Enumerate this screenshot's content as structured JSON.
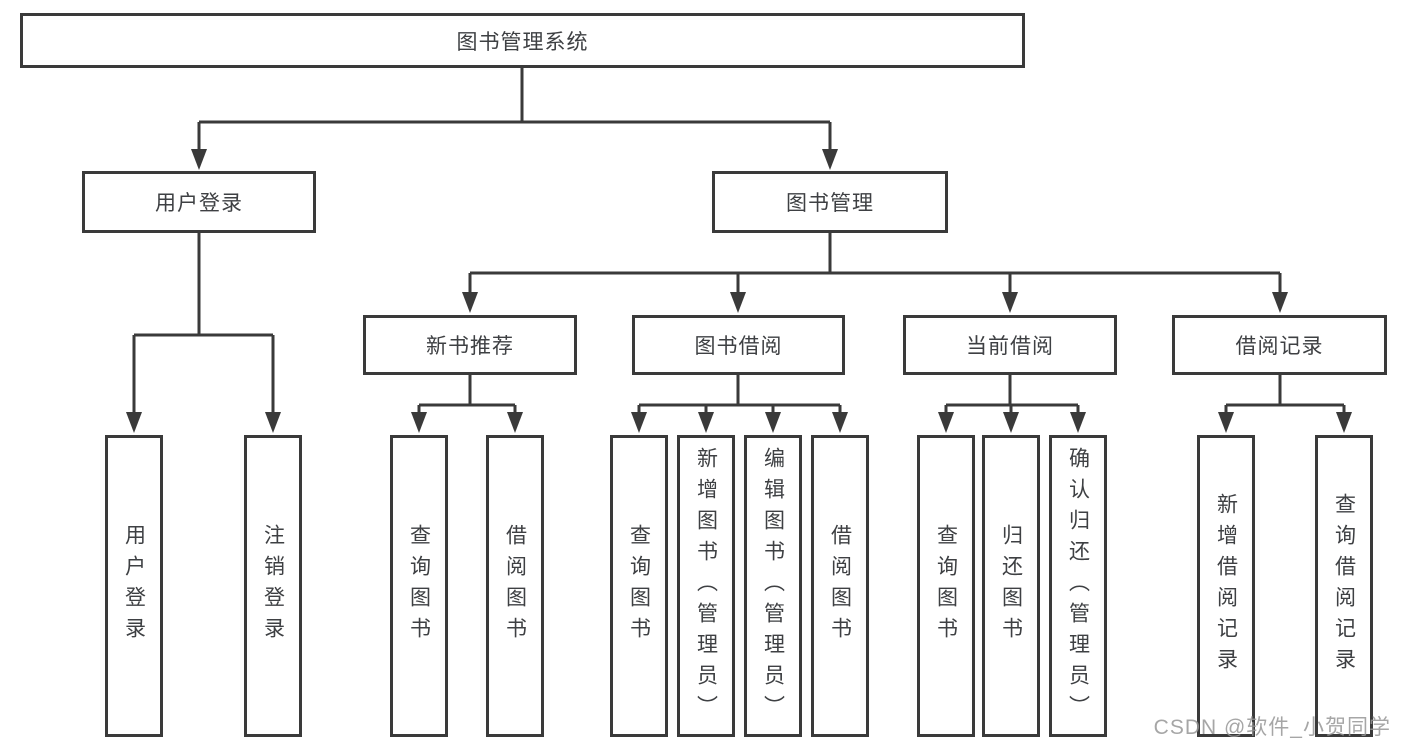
{
  "tree": {
    "root": "图书管理系统",
    "branches": [
      {
        "label": "用户登录",
        "children": [
          "用户登录",
          "注销登录"
        ]
      },
      {
        "label": "图书管理",
        "groups": [
          {
            "label": "新书推荐",
            "children": [
              "查询图书",
              "借阅图书"
            ]
          },
          {
            "label": "图书借阅",
            "children": [
              "查询图书",
              "新增图书（管理员）",
              "编辑图书（管理员）",
              "借阅图书"
            ]
          },
          {
            "label": "当前借阅",
            "children": [
              "查询图书",
              "归还图书",
              "确认归还（管理员）"
            ]
          },
          {
            "label": "借阅记录",
            "children": [
              "新增借阅记录",
              "查询借阅记录"
            ]
          }
        ]
      }
    ]
  },
  "watermark": "CSDN @软件_小贺同学",
  "colors": {
    "line": "#3a3a3a",
    "text": "#3e4043",
    "watermark": "#969696",
    "background": "#ffffff"
  }
}
